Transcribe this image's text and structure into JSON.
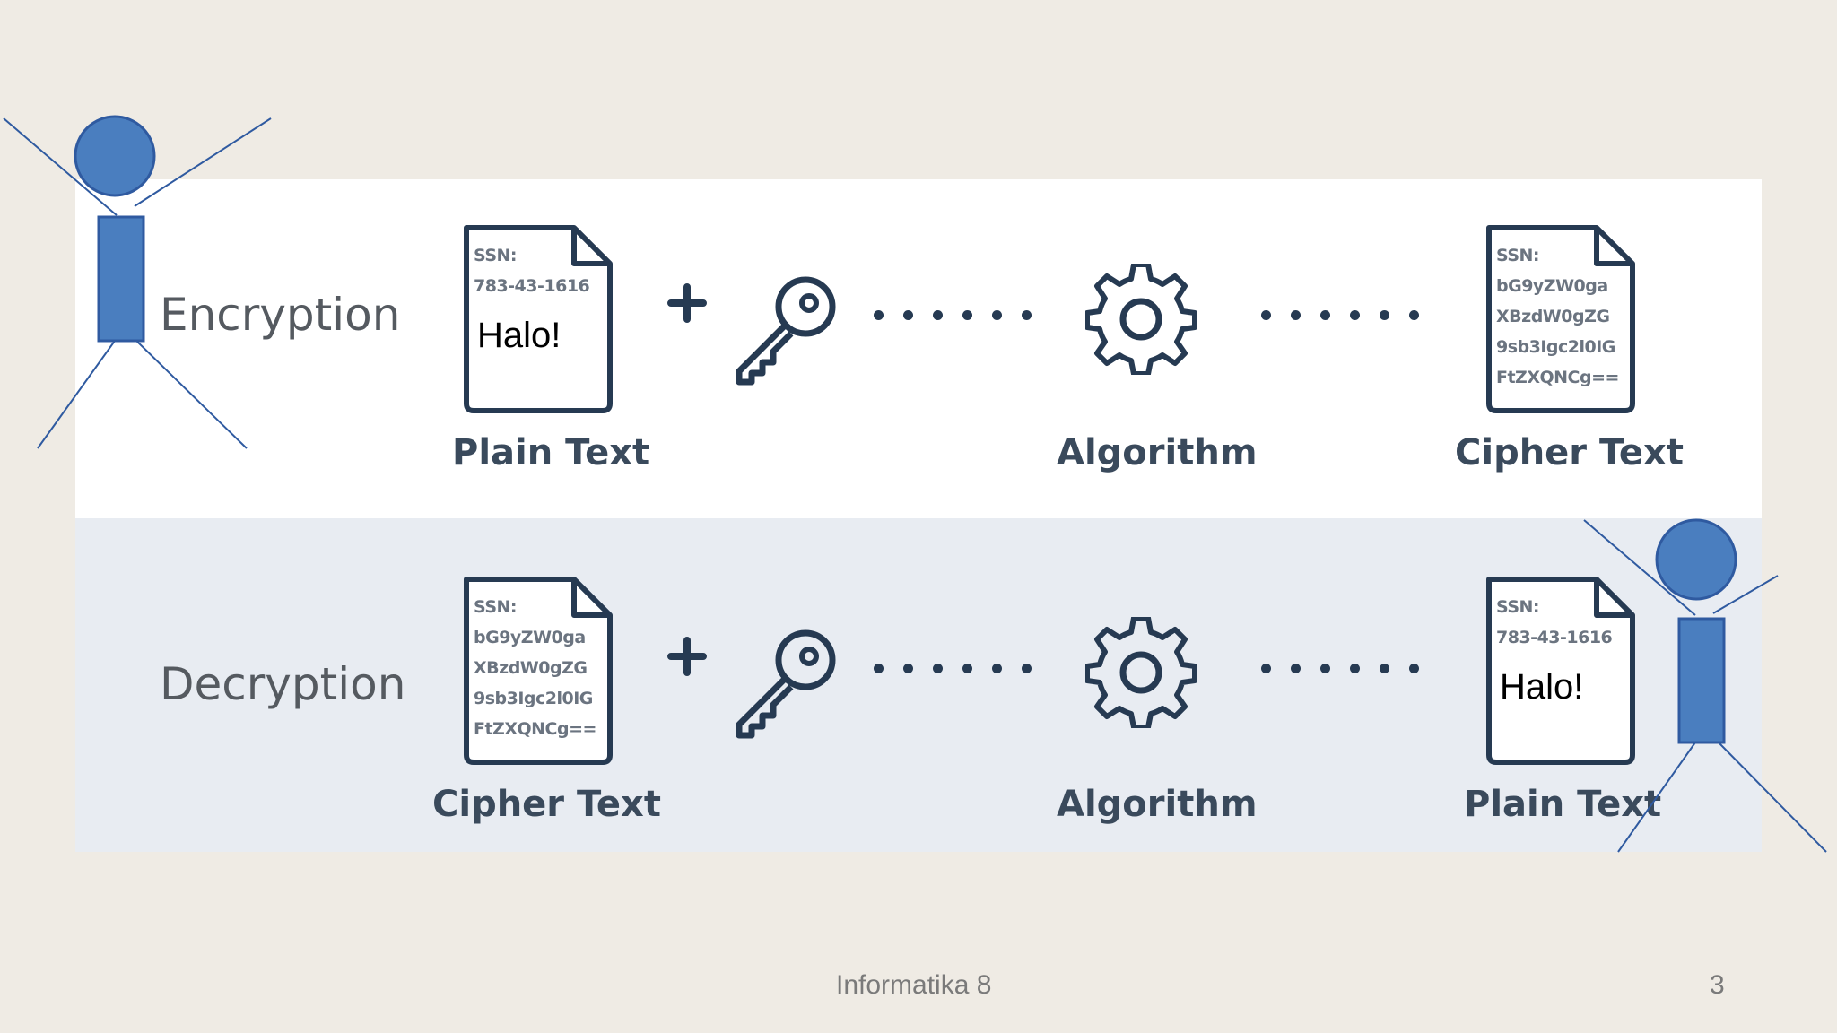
{
  "encryption": {
    "title": "Encryption",
    "plain_doc": {
      "lines": [
        "SSN:",
        "783-43-1616"
      ],
      "overlay": "Halo!"
    },
    "plain_caption": "Plain Text",
    "algorithm_caption": "Algorithm",
    "cipher_doc": {
      "lines": [
        "SSN:",
        "bG9yZW0ga",
        "XBzdW0gZG",
        "9sb3Igc2l0IG",
        "FtZXQNCg=="
      ]
    },
    "cipher_caption": "Cipher Text"
  },
  "decryption": {
    "title": "Decryption",
    "cipher_doc": {
      "lines": [
        "SSN:",
        "bG9yZW0ga",
        "XBzdW0gZG",
        "9sb3Igc2l0IG",
        "FtZXQNCg=="
      ]
    },
    "cipher_caption": "Cipher Text",
    "algorithm_caption": "Algorithm",
    "plain_doc": {
      "lines": [
        "SSN:",
        "783-43-1616"
      ],
      "overlay": "Halo!"
    },
    "plain_caption": "Plain Text"
  },
  "symbols": {
    "plus": "+"
  },
  "icons": [
    "document-icon",
    "plus-icon",
    "key-icon",
    "gear-icon",
    "person-figure"
  ],
  "colors": {
    "icon_stroke": "#263a52",
    "person_fill": "#4a7ebf",
    "person_line": "#2f5aa0",
    "background": "#efebe4",
    "decryption_panel": "#e8ecf2"
  },
  "footer": {
    "center": "Informatika 8",
    "page_number": "3"
  }
}
